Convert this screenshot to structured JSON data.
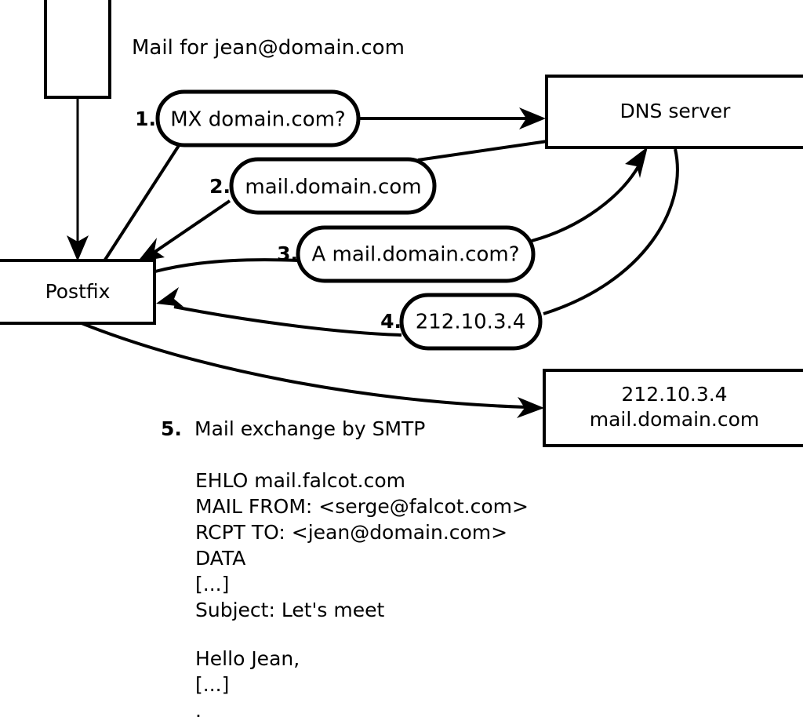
{
  "diagram": {
    "title": "Mail for jean@domain.com",
    "nodes": [
      {
        "id": "sender",
        "label": ""
      },
      {
        "id": "postfix",
        "label": "Postfix"
      },
      {
        "id": "dns",
        "label": "DNS server"
      },
      {
        "id": "mailserver",
        "line1": "212.10.3.4",
        "line2": "mail.domain.com"
      }
    ],
    "steps": [
      {
        "num": "1.",
        "label": "MX domain.com?"
      },
      {
        "num": "2.",
        "label": "mail.domain.com"
      },
      {
        "num": "3.",
        "label": "A mail.domain.com?"
      },
      {
        "num": "4.",
        "label": "212.10.3.4"
      }
    ],
    "caption": {
      "num": "5.",
      "text": "Mail exchange by SMTP"
    },
    "transcript": [
      "EHLO mail.falcot.com",
      "MAIL FROM: <serge@falcot.com>",
      "RCPT TO: <jean@domain.com>",
      "DATA",
      "[...]",
      "Subject: Let's meet",
      "",
      "Hello Jean,",
      "[...]",
      "."
    ]
  },
  "colors": {
    "background": "#ffffff",
    "stroke": "#000000",
    "text": "#000000"
  }
}
